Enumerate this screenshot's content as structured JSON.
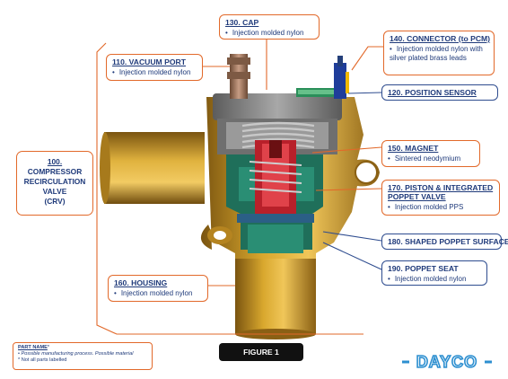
{
  "callouts": {
    "cap": {
      "title": "130. CAP",
      "detail": "Injection molded nylon"
    },
    "connector": {
      "title": "140. CONNECTOR (to PCM)",
      "detail": "Injection molded nylon with silver plated brass leads"
    },
    "vacuum_port": {
      "title": "110. VACUUM PORT",
      "detail": "Injection molded nylon"
    },
    "position_sensor": {
      "title": "120. POSITION SENSOR"
    },
    "crv": {
      "line1": "100.",
      "line2": "COMPRESSOR",
      "line3": "RECIRCULATION",
      "line4": "VALVE",
      "line5": "(CRV)"
    },
    "magnet": {
      "title": "150. MAGNET",
      "detail": "Sintered neodymium"
    },
    "piston": {
      "title": "170. PISTON & INTEGRATED POPPET VALVE",
      "detail": "Injection molded PPS"
    },
    "poppet_surface": {
      "title": "180. SHAPED POPPET SURFACE"
    },
    "poppet_seat": {
      "title": "190. POPPET SEAT",
      "detail": "Injection molded nylon"
    },
    "housing": {
      "title": "160. HOUSING",
      "detail": "Injection molded nylon"
    }
  },
  "footer": {
    "part_name_label": "PART NAME",
    "process_line": "Possible manufacturing process. Possible material",
    "note": "* Not all parts labelled",
    "figure_label": "FIGURE 1",
    "logo_text": "DAYCO"
  },
  "colors": {
    "accent": "#e2692a",
    "text": "#1f3a7a",
    "housing": "#c8951e",
    "piston": "#b8202a",
    "seat": "#1f6f5a",
    "logo": "#2d8fd0"
  }
}
